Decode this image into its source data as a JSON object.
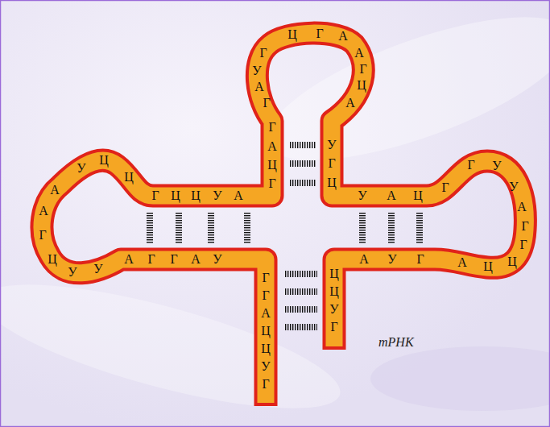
{
  "diagram": {
    "labels": [
      "Г",
      "У",
      "Ц",
      "Ц",
      "А",
      "Г",
      "Г",
      "У",
      "А",
      "Г",
      "Г",
      "А",
      "У",
      "У",
      "Ц",
      "Г",
      "А",
      "А",
      "У",
      "Ц",
      "Ц",
      "Г",
      "Ц",
      "Ц",
      "У",
      "А",
      "Г",
      "Ц",
      "А",
      "Г",
      "Г",
      "А",
      "У",
      "Г",
      "Ц",
      "Г",
      "А",
      "А",
      "Г",
      "Ц",
      "А",
      "У",
      "Г",
      "Ц",
      "У",
      "А",
      "Ц",
      "Г",
      "Г",
      "У",
      "У",
      "А",
      "Г",
      "Г",
      "Ц",
      "Ц",
      "А",
      "Г",
      "У",
      "А",
      "Ц",
      "Ц",
      "У",
      "Г",
      "тРНК"
    ]
  }
}
